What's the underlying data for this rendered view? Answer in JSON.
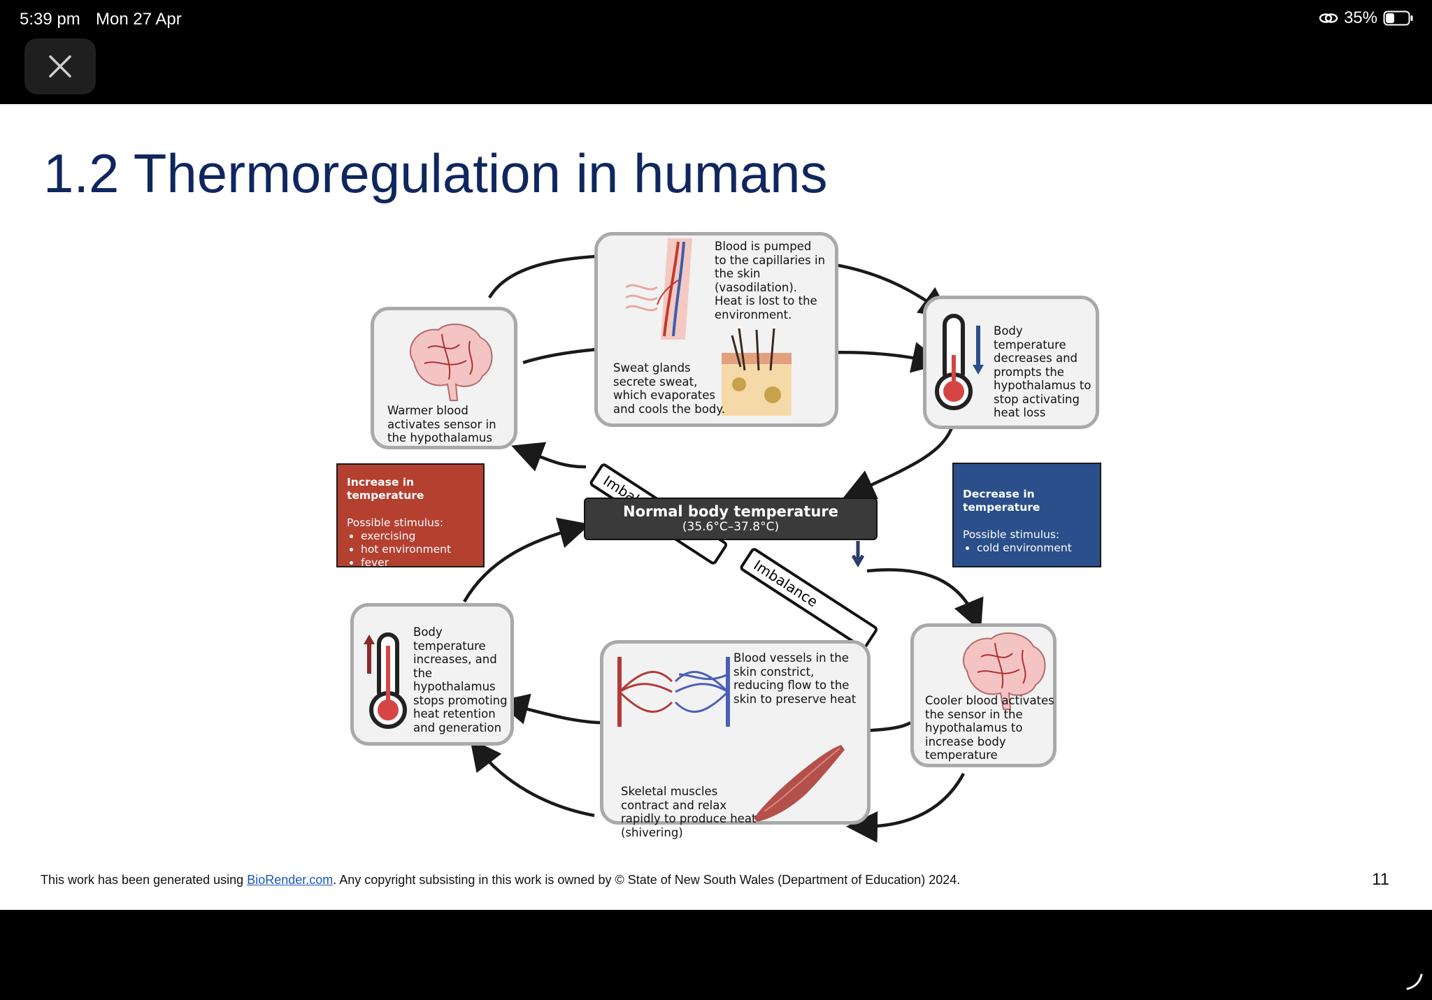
{
  "status": {
    "time": "5:39 pm",
    "date": "Mon 27 Apr",
    "battery": "35%"
  },
  "slide": {
    "title": "1.2 Thermoregulation in humans",
    "top_right_box": "Blood is pumped to the capillaries in the skin (vasodilation). Heat is lost to the environment.",
    "top_sweat": "Sweat glands secrete sweat, which evaporates and cools the body.",
    "warmer_blood": "Warmer blood activates sensor in the hypothalamus",
    "body_decrease": "Body temperature decreases and prompts the hypothalamus to stop activating heat loss",
    "increase": {
      "heading": "Increase in temperature",
      "stimulus": "Possible stimulus:",
      "items": [
        "exercising",
        "hot environment",
        "fever"
      ]
    },
    "decrease": {
      "heading": "Decrease in temperature",
      "stimulus": "Possible stimulus:",
      "items": [
        "cold environment"
      ]
    },
    "normal_title": "Normal body temperature",
    "normal_range": "(35.6°C–37.8°C)",
    "imbalance": "Imbalance",
    "body_increase": "Body temperature increases, and the hypothalamus stops promoting heat retention and generation",
    "vessels_constrict": "Blood vessels in the skin constrict, reducing flow to the skin to preserve heat",
    "shivering": "Skeletal muscles contract and relax rapidly to produce heat (shivering)",
    "cooler_blood": "Cooler blood activates the sensor in the hypothalamus to increase body temperature",
    "footer_pre": "This work has been generated using ",
    "footer_link": "BioRender.com",
    "footer_post": ". Any copyright subsisting in this work is owned by © State of New South Wales (Department of Education) 2024.",
    "page_number": "11"
  },
  "colors": {
    "title": "#10265e",
    "increase": "#b44030",
    "decrease": "#2a4f8a",
    "link": "#1a56c4"
  }
}
